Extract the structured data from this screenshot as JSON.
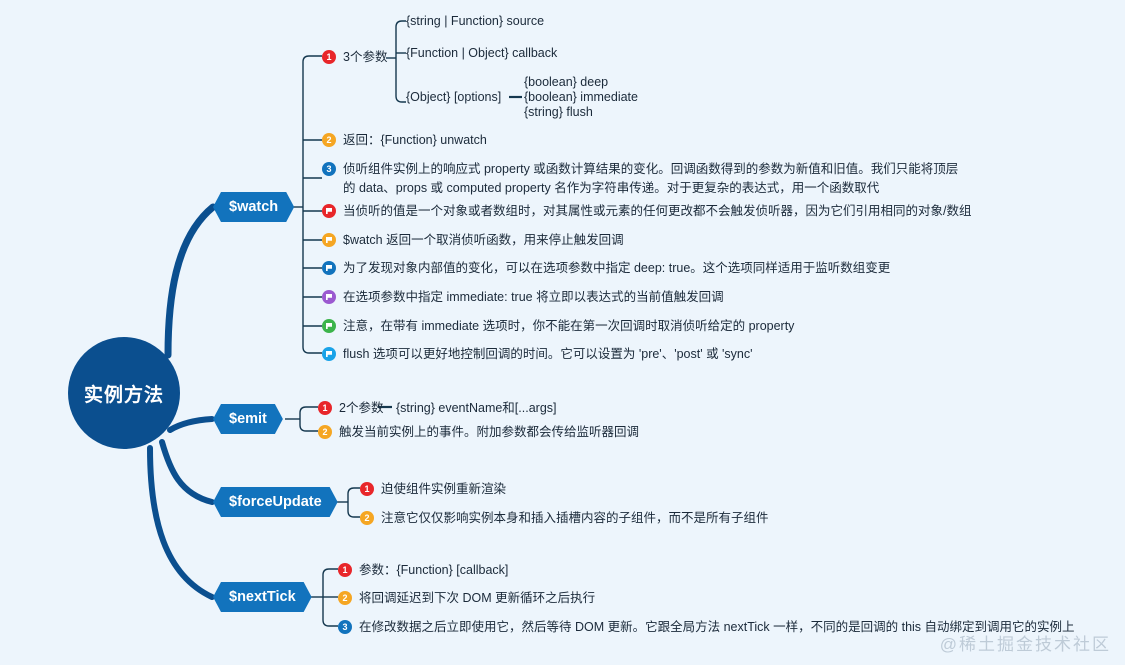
{
  "root": {
    "label": "实例方法",
    "color": "#0b4f8f"
  },
  "branch_color": "#1273bd",
  "background": "#edf5fc",
  "branches": [
    {
      "id": "watch",
      "label": "$watch",
      "items": [
        {
          "badge": "1",
          "badge_kind": "number",
          "badge_color": "#e8262a",
          "text": "3个参数",
          "children": [
            {
              "text": "{string | Function} source"
            },
            {
              "text": "{Function | Object} callback"
            },
            {
              "text": "{Object} [options]",
              "children": [
                {
                  "text": "{boolean} deep"
                },
                {
                  "text": "{boolean} immediate"
                },
                {
                  "text": "{string} flush"
                }
              ]
            }
          ]
        },
        {
          "badge": "2",
          "badge_kind": "number",
          "badge_color": "#f5a623",
          "text": "返回：{Function} unwatch"
        },
        {
          "badge": "3",
          "badge_kind": "number",
          "badge_color": "#1273bd",
          "text": "侦听组件实例上的响应式 property 或函数计算结果的变化。回调函数得到的参数为新值和旧值。我们只能将顶层\n的 data、props 或 computed property 名作为字符串传递。对于更复杂的表达式，用一个函数取代"
        },
        {
          "badge": "",
          "badge_kind": "flag",
          "badge_color": "#e8262a",
          "text": "当侦听的值是一个对象或者数组时，对其属性或元素的任何更改都不会触发侦听器，因为它们引用相同的对象/数组"
        },
        {
          "badge": "",
          "badge_kind": "flag",
          "badge_color": "#f5a623",
          "text": "$watch 返回一个取消侦听函数，用来停止触发回调"
        },
        {
          "badge": "",
          "badge_kind": "flag",
          "badge_color": "#1273bd",
          "text": "为了发现对象内部值的变化，可以在选项参数中指定 deep: true。这个选项同样适用于监听数组变更"
        },
        {
          "badge": "",
          "badge_kind": "flag",
          "badge_color": "#9b59d0",
          "text": "在选项参数中指定 immediate: true 将立即以表达式的当前值触发回调"
        },
        {
          "badge": "",
          "badge_kind": "flag",
          "badge_color": "#3cb44b",
          "text": "注意，在带有 immediate 选项时，你不能在第一次回调时取消侦听给定的 property"
        },
        {
          "badge": "",
          "badge_kind": "flag",
          "badge_color": "#1aa3e8",
          "text": "flush 选项可以更好地控制回调的时间。它可以设置为 'pre'、'post' 或 'sync'"
        }
      ]
    },
    {
      "id": "emit",
      "label": "$emit",
      "items": [
        {
          "badge": "1",
          "badge_kind": "number",
          "badge_color": "#e8262a",
          "text": "2个参数",
          "children": [
            {
              "text": "{string} eventName和[...args]"
            }
          ]
        },
        {
          "badge": "2",
          "badge_kind": "number",
          "badge_color": "#f5a623",
          "text": "触发当前实例上的事件。附加参数都会传给监听器回调"
        }
      ]
    },
    {
      "id": "forceUpdate",
      "label": "$forceUpdate",
      "items": [
        {
          "badge": "1",
          "badge_kind": "number",
          "badge_color": "#e8262a",
          "text": "迫使组件实例重新渲染"
        },
        {
          "badge": "2",
          "badge_kind": "number",
          "badge_color": "#f5a623",
          "text": "注意它仅仅影响实例本身和插入插槽内容的子组件，而不是所有子组件"
        }
      ]
    },
    {
      "id": "nextTick",
      "label": "$nextTick",
      "items": [
        {
          "badge": "1",
          "badge_kind": "number",
          "badge_color": "#e8262a",
          "text": "参数：{Function} [callback]"
        },
        {
          "badge": "2",
          "badge_kind": "number",
          "badge_color": "#f5a623",
          "text": "将回调延迟到下次 DOM 更新循环之后执行"
        },
        {
          "badge": "3",
          "badge_kind": "number",
          "badge_color": "#1273bd",
          "text": "在修改数据之后立即使用它，然后等待 DOM 更新。它跟全局方法 nextTick 一样，不同的是回调的 this 自动绑定到调用它的实例上"
        }
      ]
    }
  ],
  "watermark": "@稀土掘金技术社区"
}
